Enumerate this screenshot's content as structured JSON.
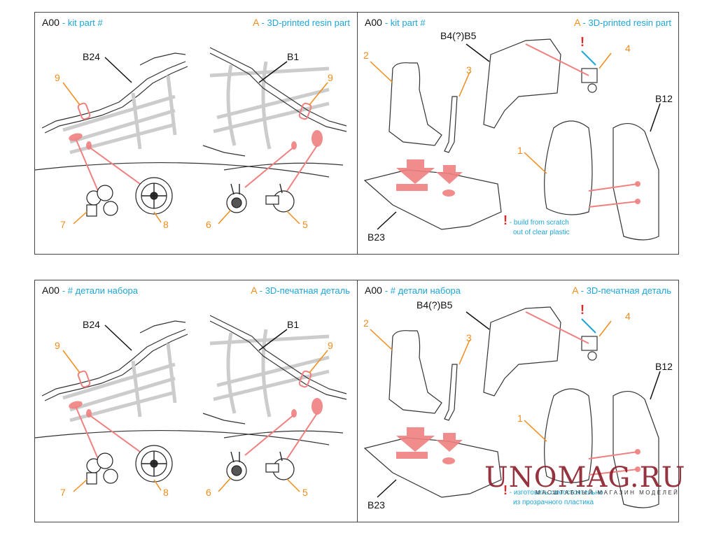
{
  "panels": {
    "top_left": {
      "code": "A00",
      "kit_text": "- kit part #",
      "resin_letter": "A",
      "resin_text": "- 3D-printed resin part",
      "labels": {
        "b24": "B24",
        "b1": "B1",
        "n9a": "9",
        "n9b": "9",
        "n7": "7",
        "n8": "8",
        "n6": "6",
        "n5": "5"
      }
    },
    "top_right": {
      "code": "A00",
      "kit_text": "- kit part #",
      "resin_letter": "A",
      "resin_text": "- 3D-printed resin part",
      "labels": {
        "b4b5": "B4(?)B5",
        "b12": "B12",
        "b23": "B23",
        "n1": "1",
        "n2": "2",
        "n3": "3",
        "n4": "4",
        "ex": "!"
      },
      "note_line1": "- build from scratch",
      "note_line2": "out of clear plastic"
    },
    "bottom_left": {
      "code": "A00",
      "kit_text": "- # детали набора",
      "resin_letter": "A",
      "resin_text": "- 3D-печатная деталь",
      "labels": {
        "b24": "B24",
        "b1": "B1",
        "n9a": "9",
        "n9b": "9",
        "n7": "7",
        "n8": "8",
        "n6": "6",
        "n5": "5"
      }
    },
    "bottom_right": {
      "code": "A00",
      "kit_text": "- # детали набора",
      "resin_letter": "A",
      "resin_text": "- 3D-печатная деталь",
      "labels": {
        "b4b5": "B4(?)B5",
        "b12": "B12",
        "b23": "B23",
        "n1": "1",
        "n2": "2",
        "n3": "3",
        "n4": "4",
        "ex": "!"
      },
      "note_line1": "- изготовить самостоятельно",
      "note_line2": "из прозрачного пластика"
    }
  },
  "watermark": {
    "logo": "UNOMAG.RU",
    "tagline": "МАСШТАБНЫЙ МАГАЗИН МОДЕЛЕЙ"
  },
  "colors": {
    "orange": "#f28c1a",
    "blue": "#1fa5d8",
    "pink": "#f08080",
    "line": "#222222",
    "red": "#e82323"
  }
}
